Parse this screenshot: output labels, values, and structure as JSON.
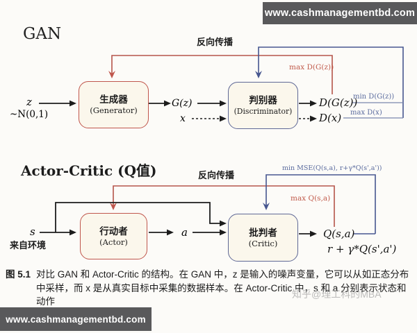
{
  "banners": {
    "top": "www.cashmanagementbd.com",
    "bottom": "www.cashmanagementbd.com"
  },
  "gan": {
    "title": "GAN",
    "backprop": "反向传播",
    "noise_var": "z",
    "noise_dist": "~N(0,1)",
    "generator": {
      "cn": "生成器",
      "en": "(Generator)"
    },
    "gz": "G(z)",
    "x": "x",
    "discriminator": {
      "cn": "判别器",
      "en": "(Discriminator)"
    },
    "dgz": "D(G(z))",
    "dx": "D(x)",
    "max_dgz": "max D(G(z))",
    "min_dgz": "min D(G(z))",
    "max_dx": "max D(x)"
  },
  "actor_critic": {
    "title": "Actor-Critic (Q值)",
    "backprop": "反向传播",
    "min_mse": "min MSE(Q(s,a),  r+γ*Q(s',a'))",
    "max_q": "max Q(s,a)",
    "s": "s",
    "env": "来自环境",
    "actor": {
      "cn": "行动者",
      "en": "(Actor)"
    },
    "a": "a",
    "critic": {
      "cn": "批判者",
      "en": "(Critic)"
    },
    "q": "Q(s,a)",
    "target": "r + γ*Q(s',a')"
  },
  "caption": {
    "fig": "图 5.1",
    "line1": "对比 GAN 和 Actor-Critic 的结构。在 GAN 中，z 是输入的噪声变量，它可以从如正态分布",
    "line2": "中采样，而 x 是从真实目标中采集的数据样本。在 Actor-Critic 中，s 和 a 分别表示状态和",
    "line3": "动作"
  },
  "watermark": "知乎@理工科的MBA",
  "colors": {
    "red_accent": "#b5544a",
    "blue_accent": "#46568f",
    "banner_bg": "#59595b",
    "box_fill": "#fbf7ec"
  }
}
